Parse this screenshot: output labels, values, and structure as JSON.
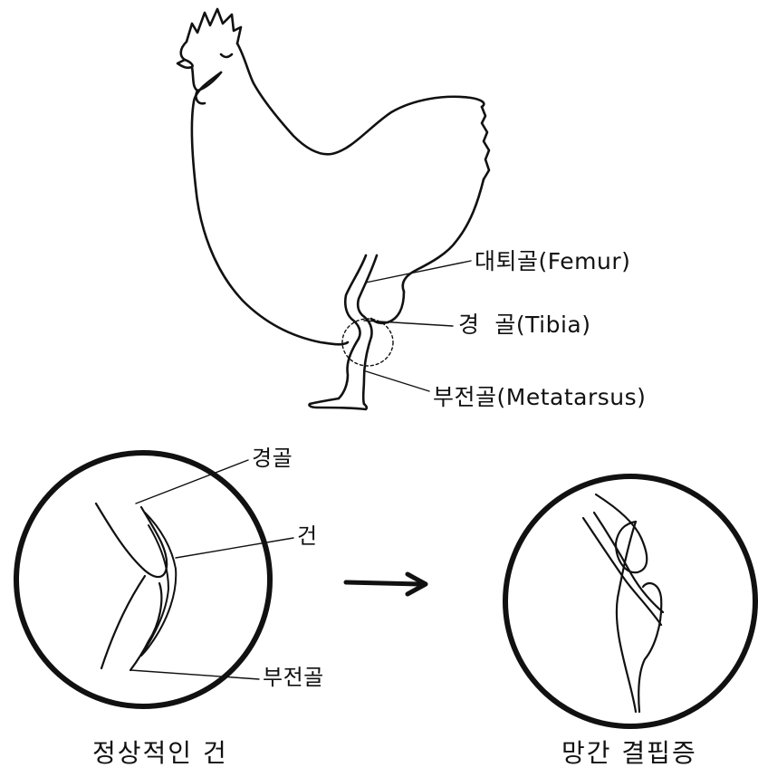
{
  "diagram": {
    "labels": {
      "femur": "대퇴골(Femur)",
      "tibia": "경  골(Tibia)",
      "metatarsus": "부전골(Metatarsus)",
      "tibia_short": "경골",
      "tendon": "건",
      "metatarsus_short": "부전골"
    },
    "captions": {
      "normal": "정상적인 건",
      "slipped": "망간 결핍증"
    }
  }
}
